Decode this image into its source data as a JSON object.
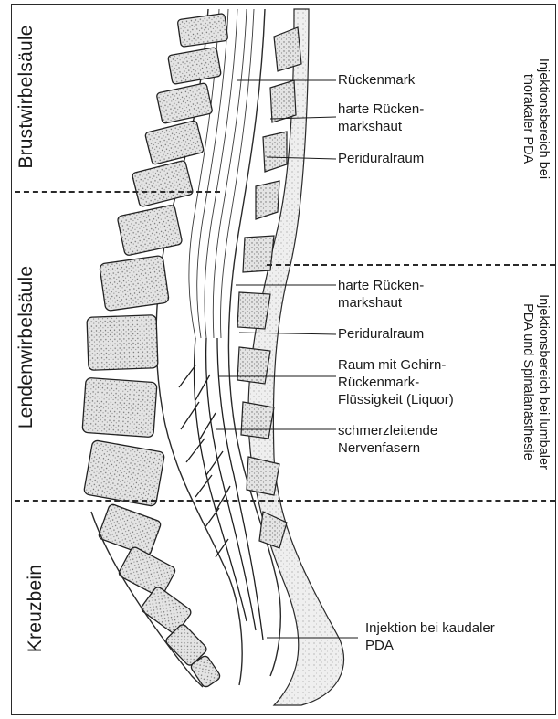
{
  "regions": {
    "thoracic": "Brustwirbelsäule",
    "lumbar": "Lendenwirbelsäule",
    "sacrum": "Kreuzbein"
  },
  "side_labels": {
    "thoracic_line1": "Injektionsbereich bei",
    "thoracic_line2": "thorakaler PDA",
    "lumbar_line1": "Injektionsbereich bei lumbaler",
    "lumbar_line2": "PDA und Spinalanästhesie"
  },
  "labels": {
    "spinal_cord": "Rückenmark",
    "dura_upper_1": "harte Rücken-",
    "dura_upper_2": "markshaut",
    "epidural_upper": "Periduralraum",
    "dura_lower_1": "harte Rücken-",
    "dura_lower_2": "markshaut",
    "epidural_lower": "Periduralraum",
    "csf_1": "Raum mit Gehirn-",
    "csf_2": "Rückenmark-",
    "csf_3": "Flüssigkeit (Liquor)",
    "nerves_1": "schmerzleitende",
    "nerves_2": "Nervenfasern",
    "caudal_1": "Injektion bei kaudaler",
    "caudal_2": "PDA"
  },
  "colors": {
    "ink": "#1a1a1a",
    "bone_fill": "#d9d9d9",
    "stipple": "#8a8a8a"
  }
}
